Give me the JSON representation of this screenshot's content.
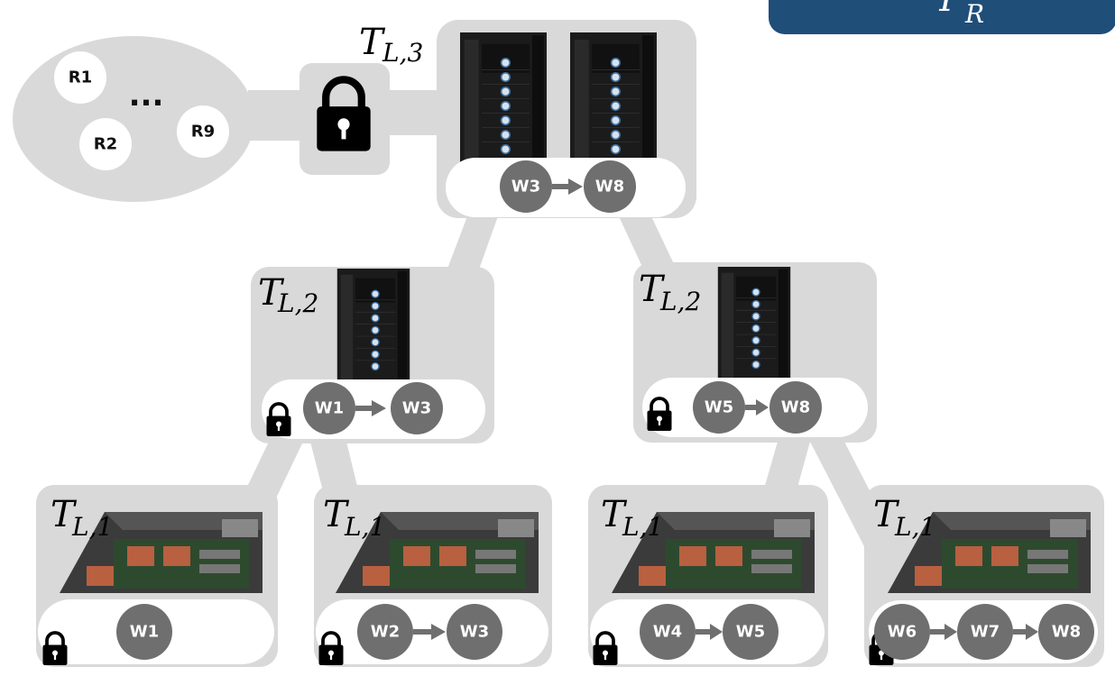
{
  "banner": {
    "symbol": "T",
    "subscript": "R"
  },
  "root_cluster": {
    "replicas": [
      "R1",
      "R2",
      "R9"
    ],
    "ellipsis": "..."
  },
  "tiers": {
    "l3": {
      "symbol": "T",
      "subscript": "L,3"
    },
    "l2_left": {
      "symbol": "T",
      "subscript": "L,2"
    },
    "l2_right": {
      "symbol": "T",
      "subscript": "L,2"
    },
    "l1_a": {
      "symbol": "T",
      "subscript": "L,1"
    },
    "l1_b": {
      "symbol": "T",
      "subscript": "L,1"
    },
    "l1_c": {
      "symbol": "T",
      "subscript": "L,1"
    },
    "l1_d": {
      "symbol": "T",
      "subscript": "L,1"
    }
  },
  "chains": {
    "l3": [
      "W3",
      "W8"
    ],
    "l2_left": [
      "W1",
      "W3"
    ],
    "l2_right": [
      "W5",
      "W8"
    ],
    "l1_a": [
      "W1"
    ],
    "l1_b": [
      "W2",
      "W3"
    ],
    "l1_c": [
      "W4",
      "W5"
    ],
    "l1_d": [
      "W6",
      "W7",
      "W8"
    ]
  },
  "colors": {
    "panel": "#d9d9d9",
    "node": "#6f6f6f",
    "banner": "#1f4e79",
    "rack": "#1b1b1b"
  },
  "icons": [
    "lock-icon",
    "server-rack-icon",
    "server-board-icon"
  ]
}
